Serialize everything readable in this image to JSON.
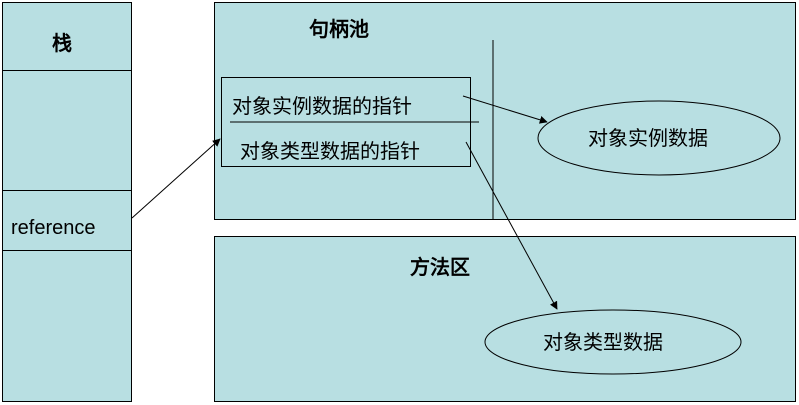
{
  "stack": {
    "title": "栈",
    "reference_label": "reference"
  },
  "handle_pool": {
    "title": "句柄池",
    "instance_pointer": "对象实例数据的指针",
    "type_pointer": "对象类型数据的指针",
    "instance_data": "对象实例数据"
  },
  "method_area": {
    "title": "方法区",
    "type_data": "对象类型数据"
  },
  "colors": {
    "fill": "#b8dfe2",
    "stroke": "#000000"
  }
}
